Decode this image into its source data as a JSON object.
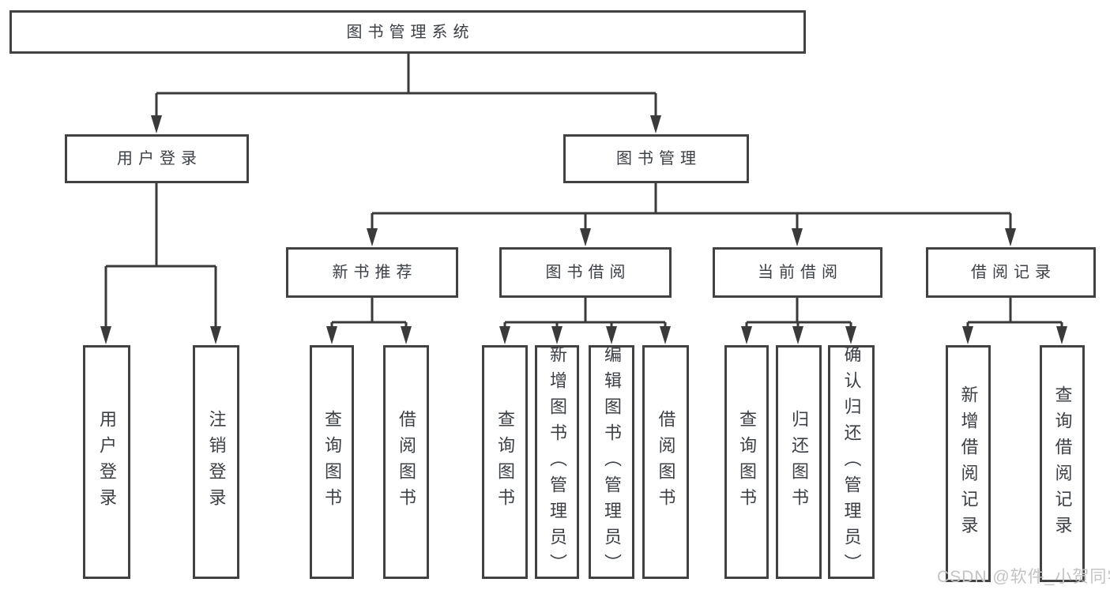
{
  "diagram": {
    "root": "图书管理系统",
    "level2": [
      "用户登录",
      "图书管理"
    ],
    "level3": [
      "新书推荐",
      "图书借阅",
      "当前借阅",
      "借阅记录"
    ],
    "leaves": {
      "user_login": [
        "用户登录",
        "注销登录"
      ],
      "new_book_recommend": [
        "查询图书",
        "借阅图书"
      ],
      "book_borrow": [
        "查询图书",
        "新增图书（管理员）",
        "编辑图书（管理员）",
        "借阅图书"
      ],
      "current_borrow": [
        "查询图书",
        "归还图书",
        "确认归还（管理员）"
      ],
      "borrow_records": [
        "新增借阅记录",
        "查询借阅记录"
      ]
    }
  },
  "watermark": "CSDN @软件_小贺同学",
  "colors": {
    "line": "#3a3a3a",
    "border": "#424242",
    "text": "#3c4045",
    "watermark": "#c3c3c3",
    "background": "#ffffff"
  }
}
